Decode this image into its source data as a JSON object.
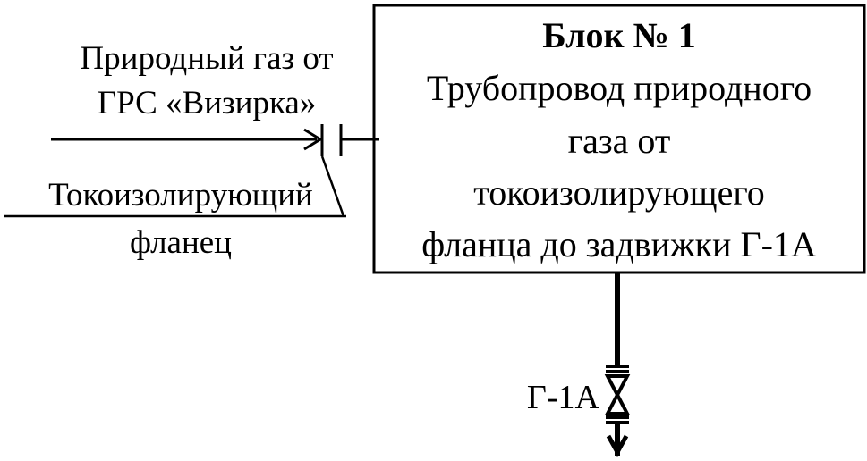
{
  "source": {
    "line1": "Природный газ от",
    "line2": "ГРС «Визирка»"
  },
  "flange": {
    "line1": "Токоизолирующий",
    "line2": "фланец"
  },
  "block": {
    "title": "Блок № 1",
    "line1": "Трубопровод природного",
    "line2": "газа от",
    "line3": "токоизолирующего",
    "line4": "фланца до задвижки Г-1А"
  },
  "valve": {
    "label": "Г-1А"
  },
  "colors": {
    "stroke": "#000000",
    "background": "#ffffff"
  },
  "icons": [
    "arrow-right-icon",
    "insulating-flange-icon",
    "gate-valve-icon",
    "arrow-down-icon"
  ]
}
